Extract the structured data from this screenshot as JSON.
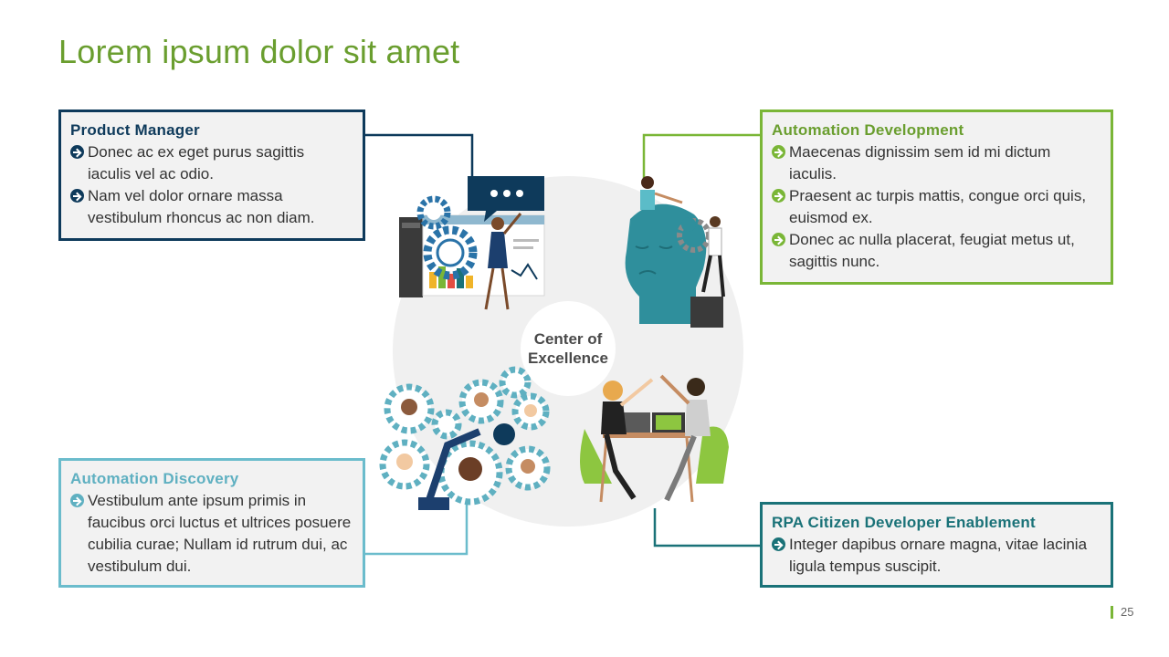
{
  "title": "Lorem ipsum dolor sit amet",
  "center_label": [
    "Center of",
    "Excellence"
  ],
  "page_number": "25",
  "boxes": {
    "product_manager": {
      "heading": "Product  Manager",
      "bullets": [
        "Donec ac ex eget purus sagittis iaculis vel ac odio.",
        "Nam vel dolor ornare massa vestibulum rhoncus ac non diam."
      ]
    },
    "automation_development": {
      "heading": "Automation  Development",
      "bullets": [
        "Maecenas dignissim sem id mi dictum iaculis.",
        "Praesent ac turpis mattis, congue orci quis, euismod ex.",
        "Donec ac nulla placerat, feugiat metus ut, sagittis nunc."
      ]
    },
    "automation_discovery": {
      "heading": "Automation  Discovery",
      "bullets": [
        "Vestibulum ante ipsum primis in faucibus orci luctus et ultrices posuere  cubilia curae; Nullam id rutrum dui, ac vestibulum dui."
      ]
    },
    "rpa_citizen": {
      "heading": "RPA Citizen Developer Enablement",
      "bullets": [
        "Integer dapibus ornare magna, vitae lacinia ligula tempus suscipit."
      ]
    }
  },
  "colors": {
    "title_green": "#6a9e2f",
    "navy": "#0e3a5b",
    "lime": "#7ab637",
    "light_teal": "#6bbccc",
    "dark_teal": "#1a7278"
  }
}
